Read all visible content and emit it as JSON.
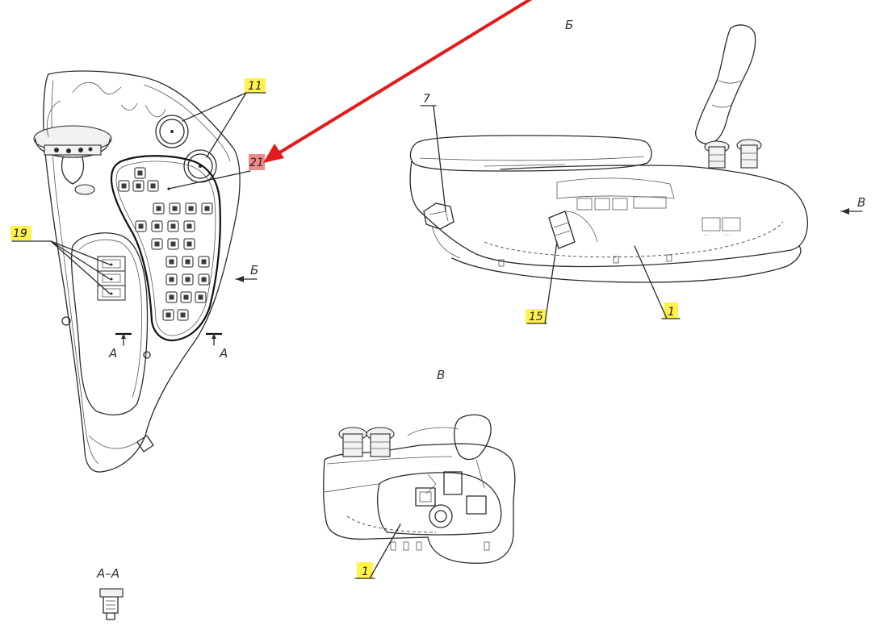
{
  "callouts": {
    "c11": "11",
    "c21": "21",
    "c19": "19",
    "c7": "7",
    "c15": "15",
    "c1_side": "1",
    "c1_front": "1"
  },
  "view_labels": {
    "b_top": "Б",
    "b_arrow": "Б",
    "v_top": "В",
    "v_arrow": "В",
    "a_left": "А",
    "a_right": "А",
    "section": "А–А"
  },
  "colors": {
    "callout_highlight": "#fff24a",
    "callout_highlight_red": "#f08a8a",
    "pointer_arrow": "#e21b1b",
    "line": "#2b2b2b"
  }
}
